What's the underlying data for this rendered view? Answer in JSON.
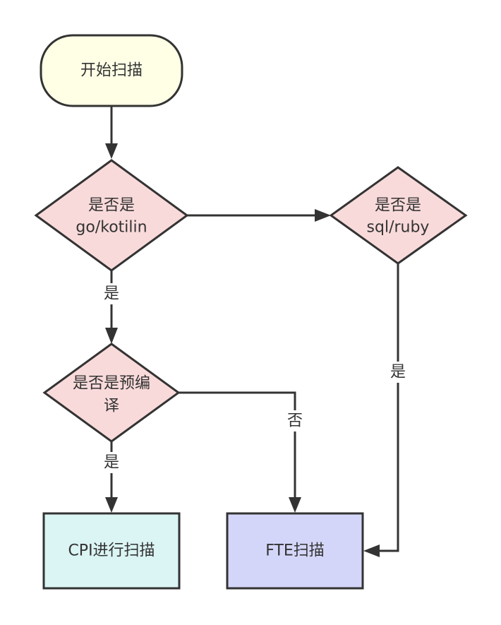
{
  "colors": {
    "stroke": "#333333",
    "start_fill": "#FFFFE6",
    "decision_fill": "#F9DADA",
    "cpi_fill": "#DBF4F4",
    "fte_fill": "#D4D6F9",
    "text": "#333333"
  },
  "nodes": {
    "start": {
      "text": "开始扫描"
    },
    "decision_go": {
      "line1": "是否是",
      "line2": "go/kotilin"
    },
    "decision_sql": {
      "line1": "是否是",
      "line2": "sql/ruby"
    },
    "decision_precompile": {
      "line1": "是否是预编",
      "line2": "译"
    },
    "cpi": {
      "text": "CPI进行扫描"
    },
    "fte": {
      "text": "FTE扫描"
    }
  },
  "edges": {
    "go_yes": {
      "label": "是"
    },
    "precompile_yes": {
      "label": "是"
    },
    "precompile_no": {
      "label": "否"
    },
    "sql_yes": {
      "label": "是"
    }
  }
}
